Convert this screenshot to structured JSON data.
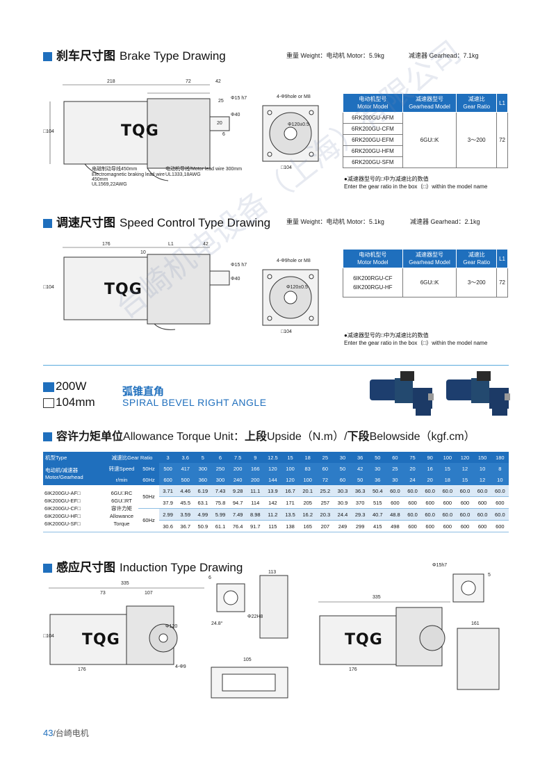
{
  "brake": {
    "title_cn": "刹车尺寸图",
    "title_en": "Brake Type Drawing",
    "weight_motor": "重量 Weight：电动机 Motor：5.9kg",
    "weight_gear": "减速器 Gearhead：7.1kg",
    "dims": {
      "d218": "218",
      "d72": "72",
      "d42": "42",
      "d25": "25",
      "d104": "□104",
      "d104b": "□104",
      "d6": "6",
      "d20": "20",
      "shaft": "Φ15 h7",
      "shaft2": "Φ40",
      "hole": "4-Φ9hole or M8",
      "pcd": "Φ120±0.5"
    },
    "lead1": "电磁制动导线450mm",
    "lead1_en": "Electromagnetic braking lead wire 450mm",
    "lead1_ul": "UL1569,22AWG",
    "lead2": "电动机导线/Motor lead wire 300mm",
    "lead2_ul": "UL1333,18AWG",
    "logo": "TQG",
    "table": {
      "headers": [
        "电动机型号\nMotor Model",
        "减速器型号\nGearhead Model",
        "减速比\nGear Ratio",
        "L1"
      ],
      "models": [
        "6RK200GU-AFM",
        "6RK200GU-CFM",
        "6RK200GU-EFM",
        "6RK200GU-HFM",
        "6RK200GU-SFM"
      ],
      "gearhead": "6GU□K",
      "ratio": "3～200",
      "l1": "72"
    },
    "note_cn": "●减速器型号的□中为减速比的数值",
    "note_en": "Enter the gear ratio in the box（□）within the model name"
  },
  "speed": {
    "title_cn": "调速尺寸图",
    "title_en": "Speed Control Type Drawing",
    "weight_motor": "重量 Weight：电动机 Motor：5.1kg",
    "weight_gear": "减速器 Gearhead：2.1kg",
    "dims": {
      "d176": "176",
      "dL1": "L1",
      "d42": "42",
      "d10": "10",
      "d104": "□104",
      "d104b": "□104",
      "shaft": "Φ15 h7",
      "shaft2": "Φ40",
      "hole": "4-Φ9hole or M8",
      "pcd": "Φ120±0.5"
    },
    "logo": "TQG",
    "table": {
      "headers": [
        "电动机型号\nMotor Model",
        "减速器型号\nGearhead Model",
        "减速比\nGear Ratio",
        "L1"
      ],
      "models": [
        "6IK200RGU-CF",
        "6IK200RGU-HF"
      ],
      "gearhead": "6GU□K",
      "ratio": "3～200",
      "l1": "72"
    },
    "note_cn": "●减速器型号的□中为减速比的数值",
    "note_en": "Enter the gear ratio in the box（□）within the model name"
  },
  "product": {
    "power": "200W",
    "size": "104mm",
    "type_cn": "弧锥直角",
    "type_en": "SPIRAL BEVEL RIGHT ANGLE"
  },
  "torque": {
    "title_cn": "容许力矩单位",
    "title_en": "Allowance Torque Unit：",
    "upside_cn": "上段",
    "upside_en": "Upside（N.m）/",
    "belowside_cn": "下段",
    "belowside_en": "Belowside（kgf.cm）",
    "hdr_model": "机型Type",
    "hdr_ratio": "减速比Gear Ratio",
    "hdr_motor_gear": "电动机/减速器",
    "hdr_motor_gear_en": "Motor/Gearhead",
    "hdr_speed": "转速Speed",
    "hdr_rmin": "r/min",
    "hz50": "50Hz",
    "hz60": "60Hz",
    "ratios": [
      "3",
      "3.6",
      "5",
      "6",
      "7.5",
      "9",
      "12.5",
      "15",
      "18",
      "25",
      "30",
      "36",
      "50",
      "60",
      "75",
      "90",
      "100",
      "120",
      "150",
      "180"
    ],
    "speed50": [
      "500",
      "417",
      "300",
      "250",
      "200",
      "166",
      "120",
      "100",
      "83",
      "60",
      "50",
      "42",
      "30",
      "25",
      "20",
      "16",
      "15",
      "12",
      "10",
      "8"
    ],
    "speed60": [
      "600",
      "500",
      "360",
      "300",
      "240",
      "200",
      "144",
      "120",
      "100",
      "72",
      "60",
      "50",
      "36",
      "30",
      "24",
      "20",
      "18",
      "15",
      "12",
      "10"
    ],
    "models": [
      "6IK200GU-AF□",
      "6IK200GU-EF□",
      "6IK200GU-CF□",
      "6IK200GU-HF□",
      "6IK200GU-SF□"
    ],
    "gear_types": [
      "6GU□RC",
      "6GU□RT"
    ],
    "allow_cn": "容许力矩",
    "allow_en": "Allowance Torque",
    "rows": [
      [
        "3.71",
        "4.46",
        "6.19",
        "7.43",
        "9.28",
        "11.1",
        "13.9",
        "16.7",
        "20.1",
        "25.2",
        "30.3",
        "36.3",
        "50.4",
        "60.0",
        "60.0",
        "60.0",
        "60.0",
        "60.0",
        "60.0",
        "60.0"
      ],
      [
        "37.9",
        "45.5",
        "63.1",
        "75.8",
        "94.7",
        "114",
        "142",
        "171",
        "205",
        "257",
        "30.9",
        "370",
        "515",
        "600",
        "600",
        "600",
        "600",
        "600",
        "600",
        "600"
      ],
      [
        "2.99",
        "3.59",
        "4.99",
        "5.99",
        "7.49",
        "8.98",
        "11.2",
        "13.5",
        "16.2",
        "20.3",
        "24.4",
        "29.3",
        "40.7",
        "48.8",
        "60.0",
        "60.0",
        "60.0",
        "60.0",
        "60.0",
        "60.0"
      ],
      [
        "30.6",
        "36.7",
        "50.9",
        "61.1",
        "76.4",
        "91.7",
        "115",
        "138",
        "165",
        "207",
        "249",
        "299",
        "415",
        "498",
        "600",
        "600",
        "600",
        "600",
        "600",
        "600"
      ]
    ]
  },
  "induction": {
    "title_cn": "感应尺寸图",
    "title_en": "Induction Type Drawing",
    "logo": "TQG",
    "dims": {
      "d335": "335",
      "d73": "73",
      "d107": "107",
      "d104": "□104",
      "d176": "176",
      "d120": "Φ120",
      "d9": "4-Φ9",
      "angle": "24.8°",
      "d22": "Φ22H8",
      "d6": "6",
      "d113": "113",
      "d105": "105",
      "shaft": "Φ15h7",
      "d5": "5",
      "d161": "161"
    }
  },
  "footer": {
    "page": "43",
    "company": "/台崎电机"
  },
  "watermark": "台崎机电设备（上海）有限公司",
  "colors": {
    "accent": "#1f6fbd",
    "divider": "#58aadd"
  }
}
